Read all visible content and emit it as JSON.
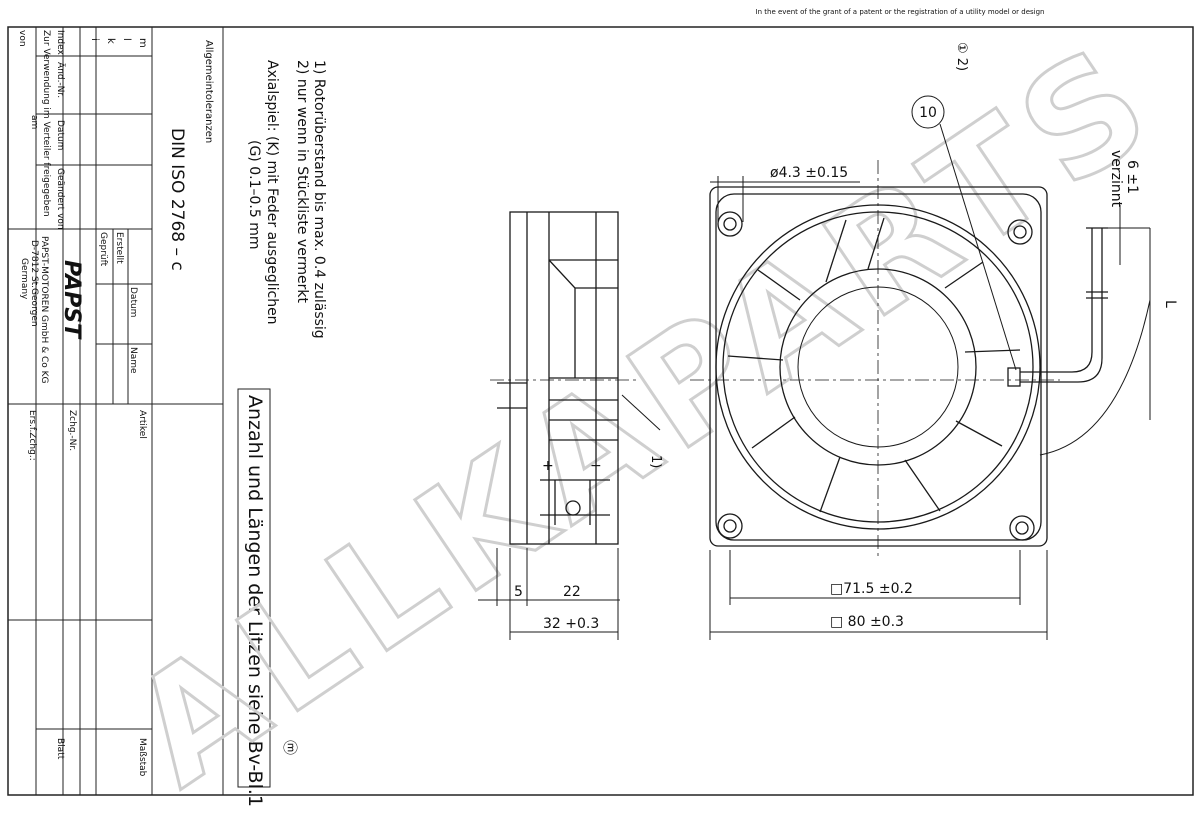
{
  "header_note": "In the event of the grant of a patent or the registration of a utility model or design",
  "title_block": {
    "general_tolerances_label": "Allgemeintoleranzen",
    "tolerance_standard": "DIN ISO 2768 – c",
    "revision_rows": [
      "m",
      "l",
      "k",
      "i"
    ],
    "col_index": "Index",
    "col_change_no": "Änd.-Nr.",
    "col_date": "Datum",
    "col_changed_by": "Geändert von",
    "release_line1": "Zur Verwendung im Verteiler freigegeben",
    "release_von": "von",
    "release_am": "am",
    "company_logo": "PAPST",
    "company_line1": "PAPST-MOTOREN GmbH & Co KG",
    "company_line2": "D-7812 St.Georgen",
    "company_line3": "Germany",
    "created_label": "Erstellt",
    "checked_label": "Geprüft",
    "date_label": "Datum",
    "name_label": "Name",
    "article_label": "Artikel",
    "drawing_no_label": "Zchg.-Nr.",
    "replacement_label": "Ers.f.Zchg.:",
    "scale_label": "Maßstab",
    "sheet_label": "Blatt"
  },
  "notes": {
    "note1": "1) Rotorüberstand bis max. 0.4 zulässig",
    "note2": "2) nur wenn in Stückliste vermerkt",
    "axial_play": "Axialspiel: (K) mit Feder ausgeglichen",
    "axial_play_g": "(G) 0.1–0.5 mm",
    "wire_note": "Anzahl und Längen der Litzen siehe Bv-Bl.1",
    "ref_mark": "ⓜ"
  },
  "side_view": {
    "dim_5": "5",
    "dim_22": "22",
    "dim_32": "32 +0.3",
    "note_ref": "1)",
    "polarity_plus": "+",
    "polarity_minus": "−"
  },
  "front_view": {
    "hole_dim": "ø4.3 ±0.15",
    "pitch_dim": "□71.5 ±0.2",
    "size_dim": "□ 80 ±0.3",
    "balloon": "10",
    "balloon_note": "① 2)",
    "strip_dim": "6 ±1",
    "strip_label": "verzinnt",
    "length_label": "L"
  },
  "watermark": "ALLKAPARTS"
}
